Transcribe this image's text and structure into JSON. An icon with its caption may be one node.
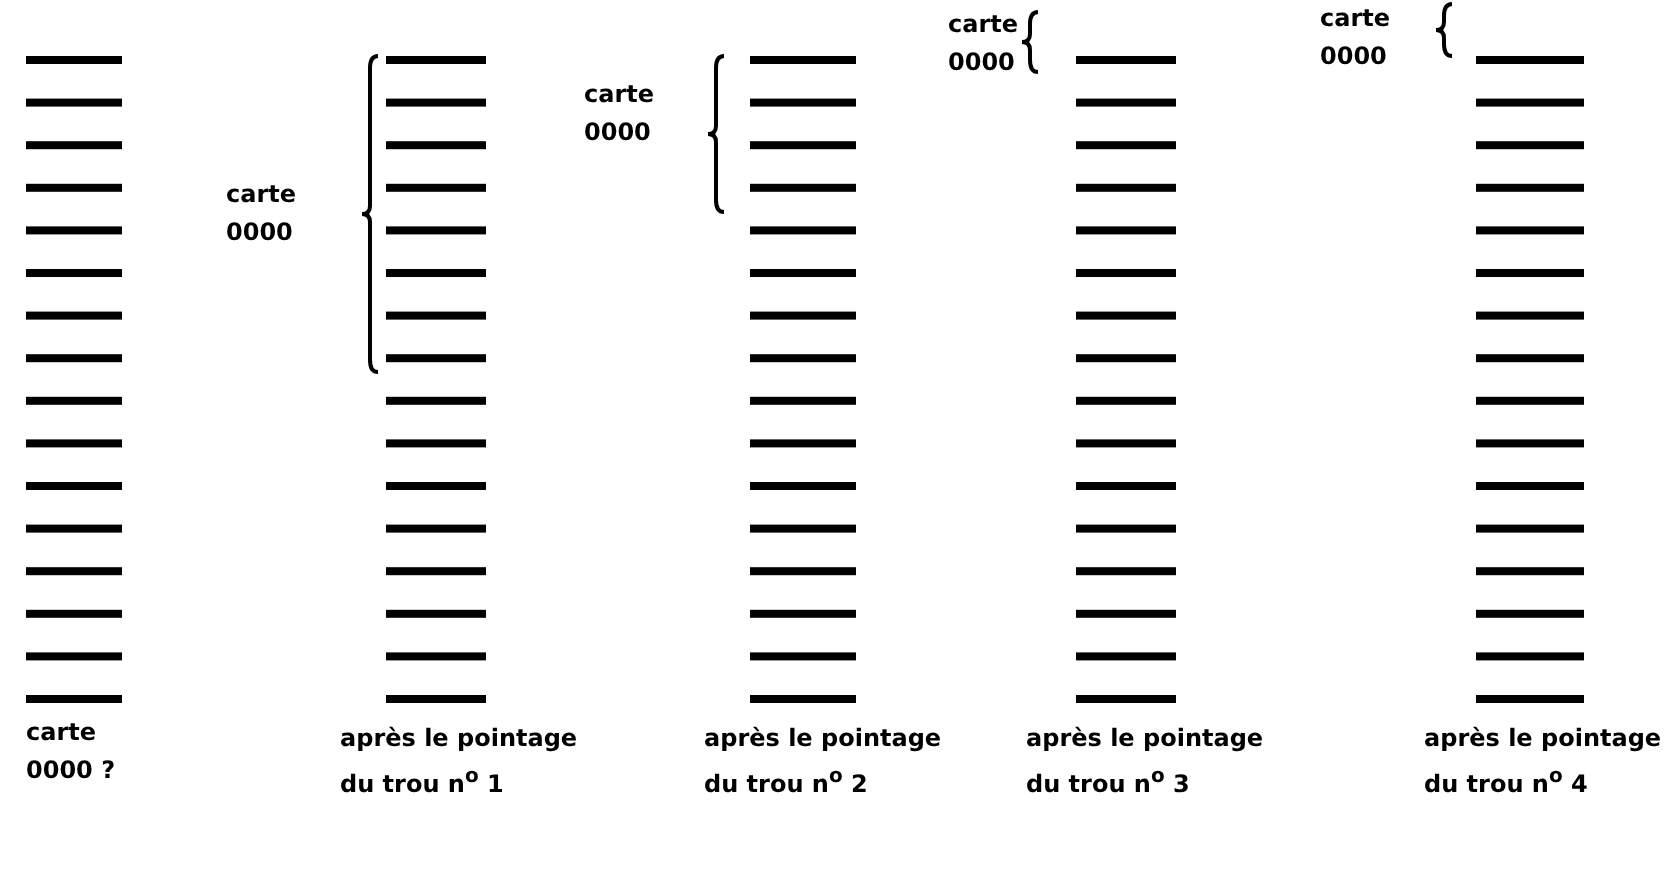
{
  "diagram": {
    "labels": [
      "carte 0000 ?",
      "carte 0000",
      "après le pointage du trou n$^{o}$ 1",
      "carte 0000",
      "après le pointage du trou n$^{o}$ 2",
      "carte 0000",
      "après le pointage du trou n$^{o}$ 3",
      "carte 0000",
      "après le pointage du trou n$^{o}$ 4"
    ]
  }
}
